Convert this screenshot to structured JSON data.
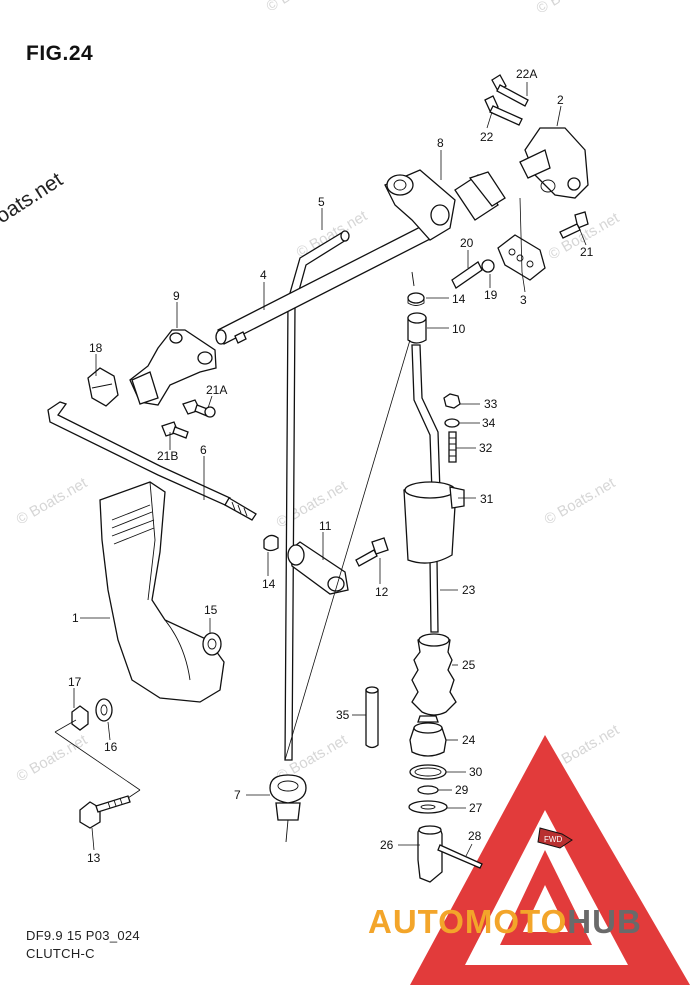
{
  "figure": {
    "title": "FIG.24",
    "code": "DF9.9 15 P03_024",
    "subtitle": "CLUTCH-C"
  },
  "watermark": {
    "text": "© Boats.net",
    "color": "#d6d6d6"
  },
  "brand_logo": {
    "word_part1": "AUTOMOTO",
    "word_part2": "HUB",
    "color_part1": "#f3a52a",
    "color_part2": "#6a6a6a",
    "triangle_color": "#e23b3b",
    "fwd_label": "FWD"
  },
  "callouts": [
    {
      "id": "22A",
      "label": "22A"
    },
    {
      "id": "2",
      "label": "2"
    },
    {
      "id": "22",
      "label": "22"
    },
    {
      "id": "8",
      "label": "8"
    },
    {
      "id": "5",
      "label": "5"
    },
    {
      "id": "21",
      "label": "21"
    },
    {
      "id": "20",
      "label": "20"
    },
    {
      "id": "19",
      "label": "19"
    },
    {
      "id": "3",
      "label": "3"
    },
    {
      "id": "4",
      "label": "4"
    },
    {
      "id": "14a",
      "label": "14"
    },
    {
      "id": "10",
      "label": "10"
    },
    {
      "id": "9",
      "label": "9"
    },
    {
      "id": "18",
      "label": "18"
    },
    {
      "id": "21A",
      "label": "21A"
    },
    {
      "id": "21B",
      "label": "21B"
    },
    {
      "id": "33",
      "label": "33"
    },
    {
      "id": "34",
      "label": "34"
    },
    {
      "id": "32",
      "label": "32"
    },
    {
      "id": "6",
      "label": "6"
    },
    {
      "id": "31",
      "label": "31"
    },
    {
      "id": "11",
      "label": "11"
    },
    {
      "id": "12",
      "label": "12"
    },
    {
      "id": "14b",
      "label": "14"
    },
    {
      "id": "23",
      "label": "23"
    },
    {
      "id": "15",
      "label": "15"
    },
    {
      "id": "1",
      "label": "1"
    },
    {
      "id": "25",
      "label": "25"
    },
    {
      "id": "17",
      "label": "17"
    },
    {
      "id": "16",
      "label": "16"
    },
    {
      "id": "35",
      "label": "35"
    },
    {
      "id": "24",
      "label": "24"
    },
    {
      "id": "30",
      "label": "30"
    },
    {
      "id": "7",
      "label": "7"
    },
    {
      "id": "29",
      "label": "29"
    },
    {
      "id": "27",
      "label": "27"
    },
    {
      "id": "28",
      "label": "28"
    },
    {
      "id": "26",
      "label": "26"
    },
    {
      "id": "13",
      "label": "13"
    }
  ]
}
